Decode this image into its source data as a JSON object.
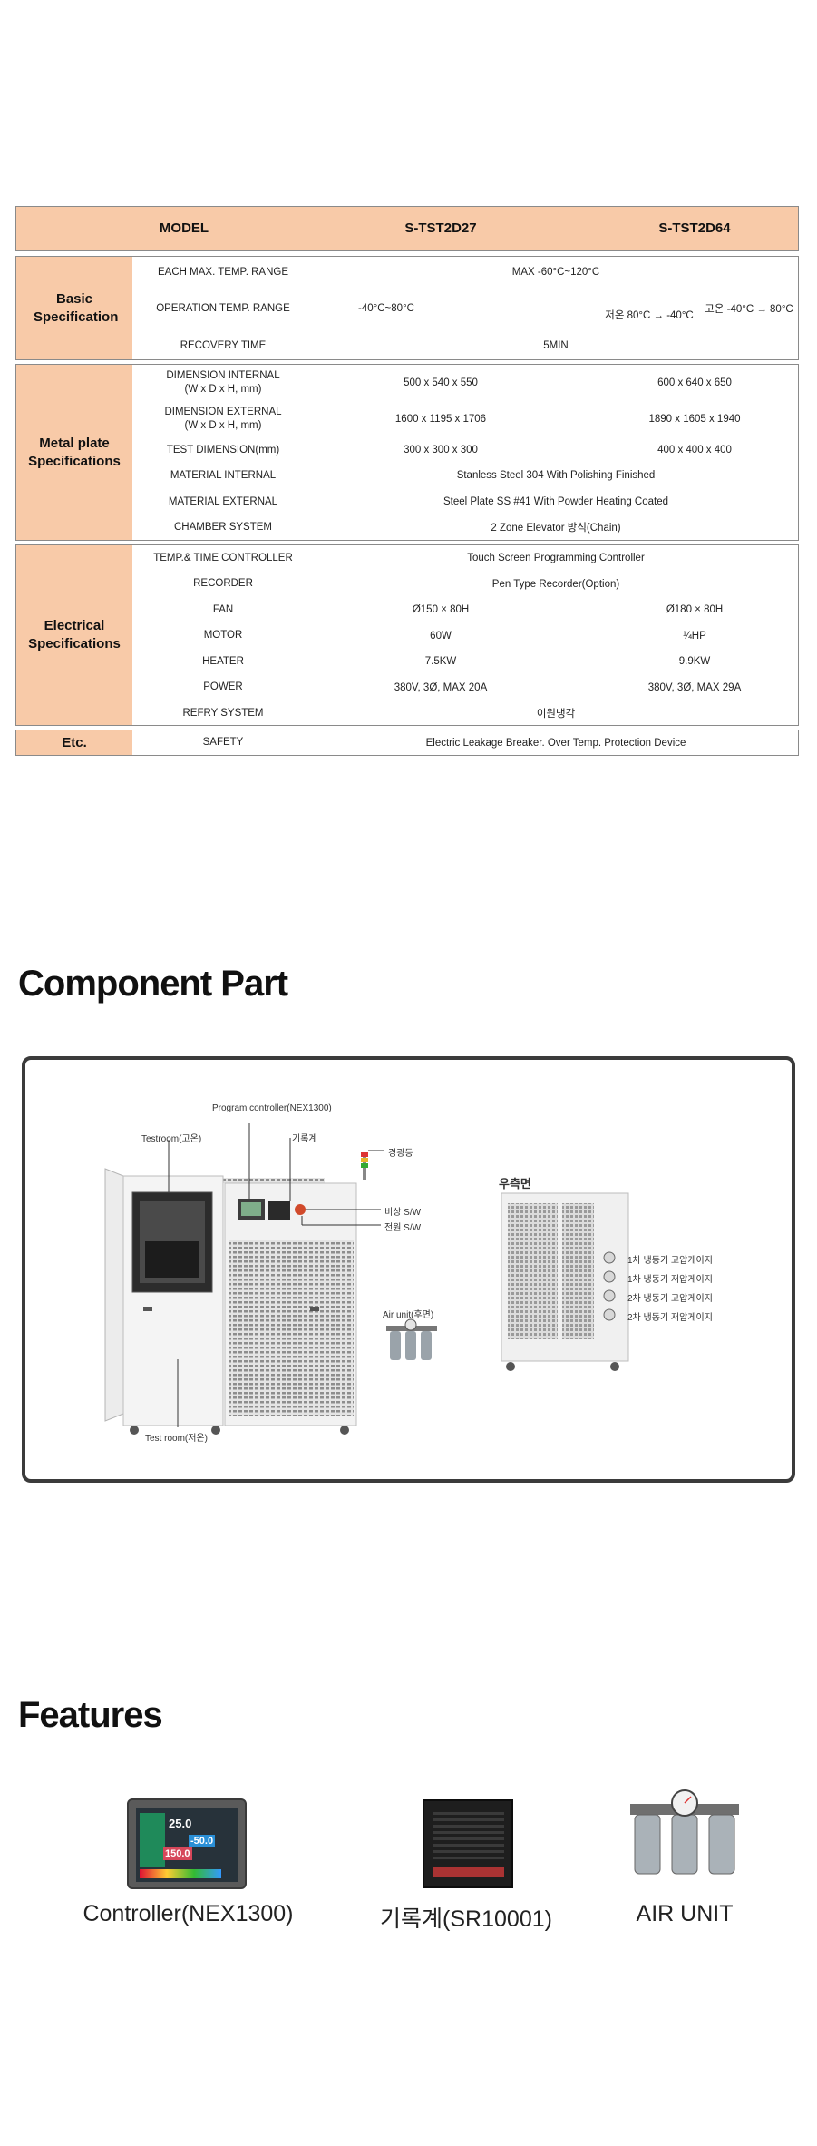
{
  "spec_table": {
    "model_label": "MODEL",
    "models": [
      "S-TST2D27",
      "S-TST2D64"
    ],
    "groups": [
      {
        "category": "Basic Specification",
        "rows": [
          {
            "label": "EACH MAX. TEMP. RANGE",
            "span": "MAX -60°C~120°C"
          },
          {
            "label": "OPERATION TEMP. RANGE",
            "v1": "-40°C~80°C",
            "low": "저온 80°C → -40°C",
            "v2": "고온 -40°C → 80°C"
          },
          {
            "label": "RECOVERY TIME",
            "span": "5MIN"
          }
        ]
      },
      {
        "category": "Metal plate Specifications",
        "rows": [
          {
            "label": "DIMENSION INTERNAL",
            "label2": "(W x D x H, mm)",
            "v1": "500 x 540 x 550",
            "v2": "600 x 640 x 650"
          },
          {
            "label": "DIMENSION EXTERNAL",
            "label2": "(W x D x H, mm)",
            "v1": "1600 x 1195 x 1706",
            "v2": "1890 x 1605 x 1940"
          },
          {
            "label": "TEST DIMENSION(mm)",
            "v1": "300 x 300 x 300",
            "v2": "400 x 400 x 400"
          },
          {
            "label": "MATERIAL INTERNAL",
            "span": "Stanless Steel 304 With Polishing Finished"
          },
          {
            "label": "MATERIAL EXTERNAL",
            "span": "Steel Plate SS #41 With Powder Heating Coated"
          },
          {
            "label": "CHAMBER SYSTEM",
            "span": "2 Zone Elevator 방식(Chain)"
          }
        ]
      },
      {
        "category": "Electrical Specifications",
        "rows": [
          {
            "label": "TEMP.& TIME CONTROLLER",
            "span": "Touch Screen Programming Controller"
          },
          {
            "label": "RECORDER",
            "span": "Pen Type Recorder(Option)"
          },
          {
            "label": "FAN",
            "v1": "Ø150 × 80H",
            "v2": "Ø180 × 80H"
          },
          {
            "label": "MOTOR",
            "v1": "60W",
            "v2": "¼HP"
          },
          {
            "label": "HEATER",
            "v1": "7.5KW",
            "v2": "9.9KW"
          },
          {
            "label": "POWER",
            "v1": "380V, 3Ø, MAX 20A",
            "v2": "380V, 3Ø, MAX 29A"
          },
          {
            "label": "REFRY SYSTEM",
            "span": "이원냉각"
          }
        ]
      },
      {
        "category": "Etc.",
        "rows": [
          {
            "label": "SAFETY",
            "span": "Electric Leakage Breaker. Over Temp. Protection Device"
          }
        ]
      }
    ]
  },
  "component_section": {
    "title": "Component Part",
    "labels": {
      "program_controller": "Program controller(NEX1300)",
      "testroom_high": "Testroom(고온)",
      "recorder": "기록계",
      "warning_light": "경광등",
      "emergency_sw": "비상 S/W",
      "power_sw": "전원 S/W",
      "air_unit": "Air unit(후면)",
      "testroom_low": "Test room(저온)",
      "right_side": "우측면",
      "gauges": [
        "1차 냉동기 고압게이지",
        "1차 냉동기 저압게이지",
        "2차 냉동기 고압게이지",
        "2차 냉동기 저압게이지"
      ]
    }
  },
  "features_section": {
    "title": "Features",
    "items": [
      {
        "caption": "Controller(NEX1300)",
        "screen_values": [
          "25.0",
          "-50.0",
          "150.0"
        ]
      },
      {
        "caption": "기록계(SR10001)"
      },
      {
        "caption": "AIR UNIT"
      }
    ]
  },
  "colors": {
    "accent": "#f8caa8",
    "border": "#8a8a8a",
    "frame": "#3b3b3b"
  }
}
